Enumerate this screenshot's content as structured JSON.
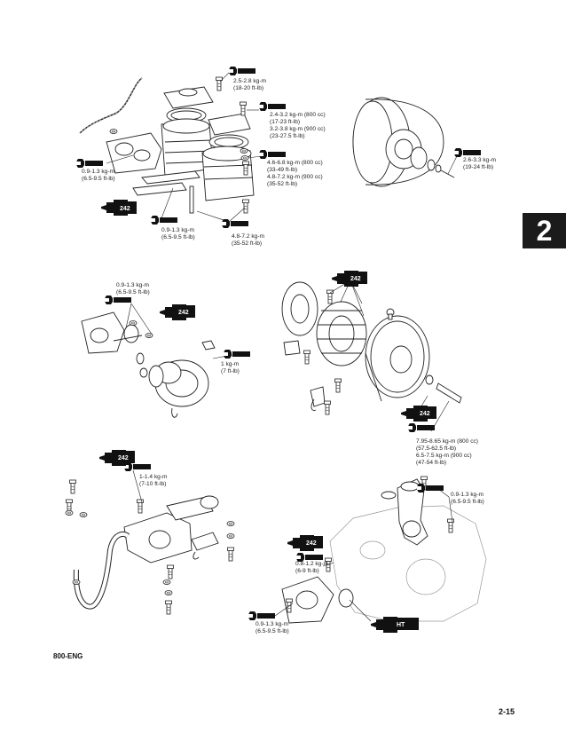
{
  "section_tab": "2",
  "footer": {
    "code": "800-ENG",
    "page_number": "2-15"
  },
  "badges": {
    "loctite": "242",
    "high_temp": "HT"
  },
  "icons": {
    "wrench": "wrench-icon",
    "adhesive": "loctite-dispenser-icon"
  },
  "cylinder": {
    "head_bolt": [
      "2.5-2.8 kg-m",
      "(18-20 ft-lb)"
    ],
    "head_nuts": [
      "2.4-3.2 kg-m (800 cc)",
      "(17-23 ft-lb)",
      "3.2-3.8 kg-m (900 cc)",
      "(23-27.5 ft-lb)"
    ],
    "cylinder_nuts": [
      "4.6-6.8 kg-m (800 cc)",
      "(33-49 ft-lb)",
      "4.8-7.2 kg-m (900 cc)",
      "(35-52 ft-lb)"
    ],
    "exhaust_bolts": [
      "0.9-1.3 kg-m",
      "(6.5-9.5 ft-lb)"
    ],
    "manifold_bolts": [
      "0.9-1.3 kg-m",
      "(6.5-9.5 ft-lb)"
    ],
    "stud": [
      "4.8-7.2 kg-m",
      "(35-52 ft-lb)"
    ]
  },
  "clutch": {
    "bolt": [
      "2.6-3.3 kg-m",
      "(19-24 ft-lb)"
    ]
  },
  "oil_pump": {
    "screws": [
      "0.9-1.3 kg-m",
      "(6.5-9.5 ft-lb)"
    ],
    "gear_nut": [
      "1 kg-m",
      "(7 ft-lb)"
    ]
  },
  "magneto": {
    "flywheel_nut": [
      "7.95-8.65 kg-m (800 cc)",
      "(57.5-62.5 ft-lb)",
      "6.5-7.5 kg-m (900 cc)",
      "(47-54 ft-lb)"
    ]
  },
  "rave": {
    "bolts": [
      "1-1.4 kg-m",
      "(7-10 ft-lb)"
    ]
  },
  "water_pump": {
    "housing_bolts": [
      "0.9-1.3 kg-m",
      "(6.5-9.5 ft-lb)"
    ],
    "impeller": [
      "0.8-1.2 kg-m",
      "(6-9 ft-lb)"
    ],
    "cover_bolts": [
      "0.9-1.3 kg-m",
      "(6.5-9.5 ft-lb)"
    ]
  }
}
